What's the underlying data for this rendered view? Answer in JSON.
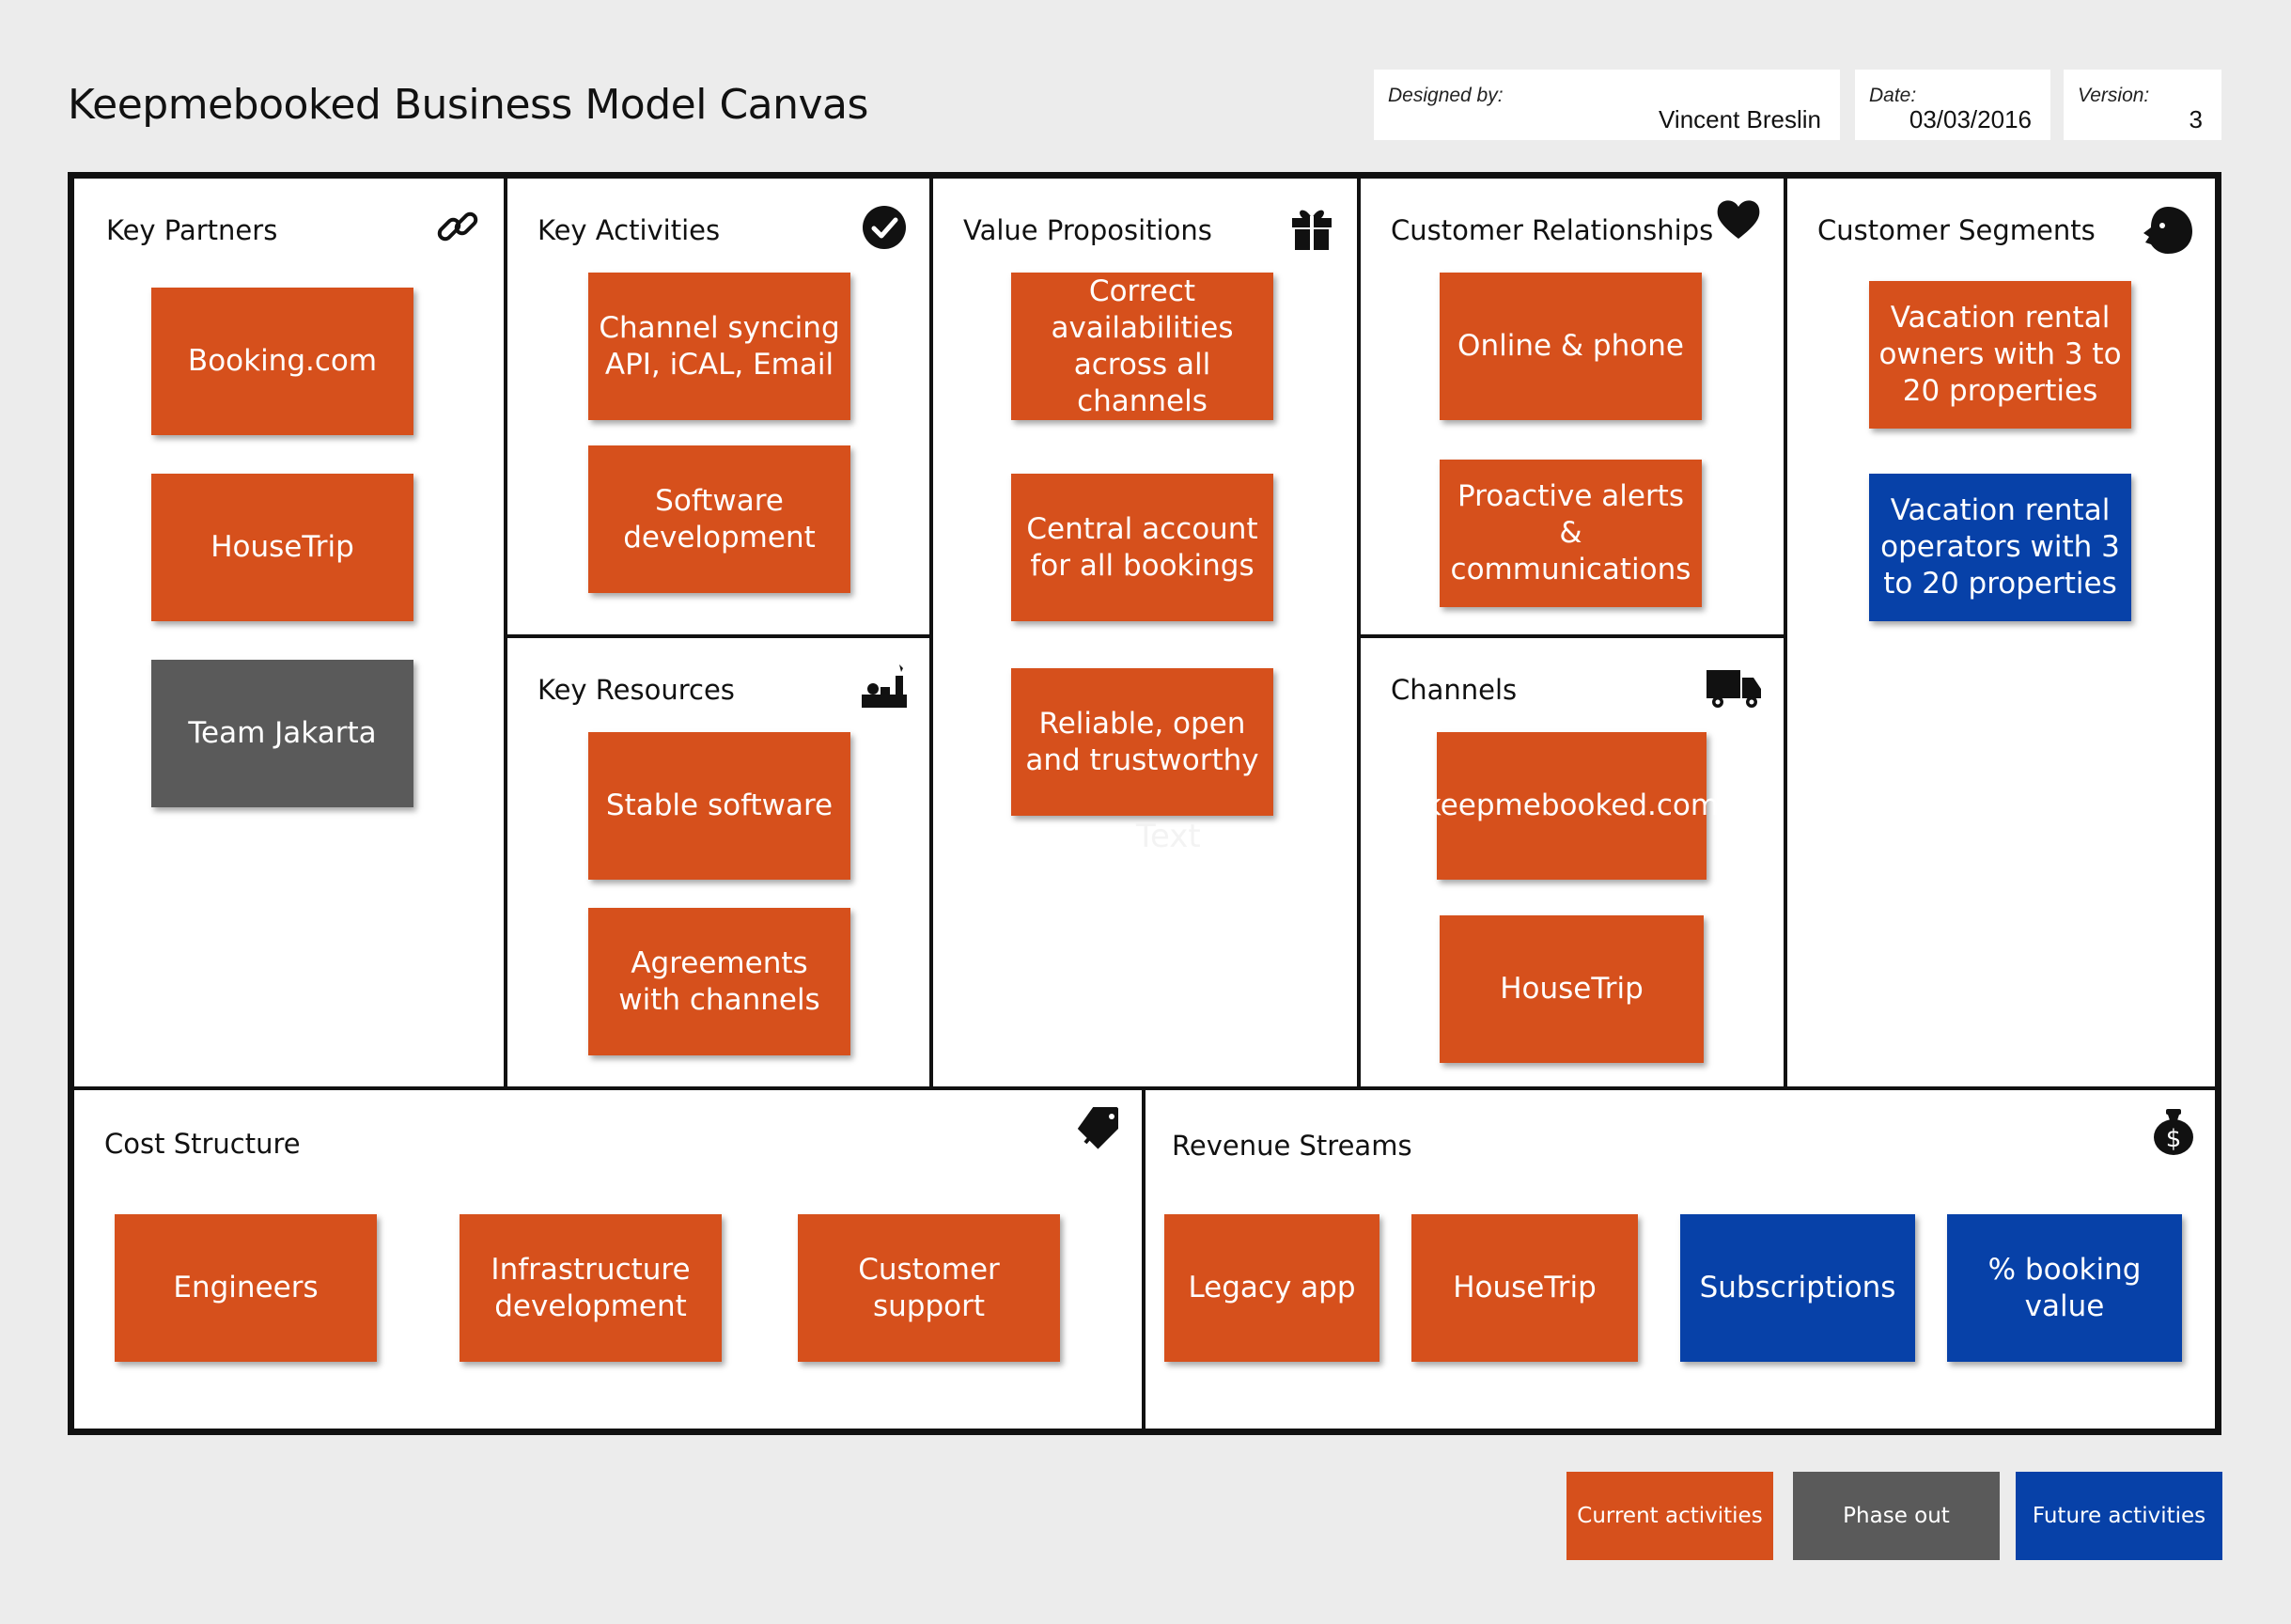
{
  "header": {
    "title": "Keepmebooked Business Model Canvas",
    "designed_by_label": "Designed by:",
    "designed_by_value": "Vincent Breslin",
    "date_label": "Date:",
    "date_value": "03/03/2016",
    "version_label": "Version:",
    "version_value": "3"
  },
  "colors": {
    "current": "#d6501c",
    "phase_out": "#5a5a5a",
    "future": "#0741a8"
  },
  "blocks": {
    "key_partners": {
      "title": "Key Partners",
      "icon": "link-icon",
      "notes": [
        {
          "text": "Booking.com",
          "status": "current"
        },
        {
          "text": "HouseTrip",
          "status": "current"
        },
        {
          "text": "Team Jakarta",
          "status": "phase_out"
        }
      ]
    },
    "key_activities": {
      "title": "Key Activities",
      "icon": "checkmark-icon",
      "notes": [
        {
          "text": "Channel syncing API, iCAL, Email",
          "status": "current"
        },
        {
          "text": "Software development",
          "status": "current"
        }
      ]
    },
    "key_resources": {
      "title": "Key Resources",
      "icon": "factory-icon",
      "notes": [
        {
          "text": "Stable software",
          "status": "current"
        },
        {
          "text": "Agreements with channels",
          "status": "current"
        }
      ]
    },
    "value_propositions": {
      "title": "Value Propositions",
      "icon": "gift-icon",
      "notes": [
        {
          "text": "Correct availabilities across all channels",
          "status": "current"
        },
        {
          "text": "Central account for all bookings",
          "status": "current"
        },
        {
          "text": "Reliable, open and trustworthy",
          "status": "current"
        }
      ],
      "ghost_text": "Text"
    },
    "customer_relationships": {
      "title": "Customer Relationships",
      "icon": "heart-icon",
      "notes": [
        {
          "text": "Online & phone",
          "status": "current"
        },
        {
          "text": "Proactive alerts & communications",
          "status": "current"
        }
      ]
    },
    "channels": {
      "title": "Channels",
      "icon": "truck-icon",
      "notes": [
        {
          "text": "keepmebooked.com",
          "status": "current"
        },
        {
          "text": "HouseTrip",
          "status": "current"
        }
      ]
    },
    "customer_segments": {
      "title": "Customer Segments",
      "icon": "face-icon",
      "notes": [
        {
          "text": "Vacation rental owners with 3 to 20 properties",
          "status": "current"
        },
        {
          "text": "Vacation rental operators with 3 to 20 properties",
          "status": "future"
        }
      ]
    },
    "cost_structure": {
      "title": "Cost Structure",
      "icon": "price-tag-icon",
      "notes": [
        {
          "text": "Engineers",
          "status": "current"
        },
        {
          "text": "Infrastructure development",
          "status": "current"
        },
        {
          "text": "Customer support",
          "status": "current"
        }
      ]
    },
    "revenue_streams": {
      "title": "Revenue Streams",
      "icon": "money-bag-icon",
      "notes": [
        {
          "text": "Legacy app",
          "status": "current"
        },
        {
          "text": "HouseTrip",
          "status": "current"
        },
        {
          "text": "Subscriptions",
          "status": "future"
        },
        {
          "text": "% booking value",
          "status": "future"
        }
      ]
    }
  },
  "legend": [
    {
      "label": "Current activities",
      "status": "current"
    },
    {
      "label": "Phase out",
      "status": "phase_out"
    },
    {
      "label": "Future activities",
      "status": "future"
    }
  ]
}
